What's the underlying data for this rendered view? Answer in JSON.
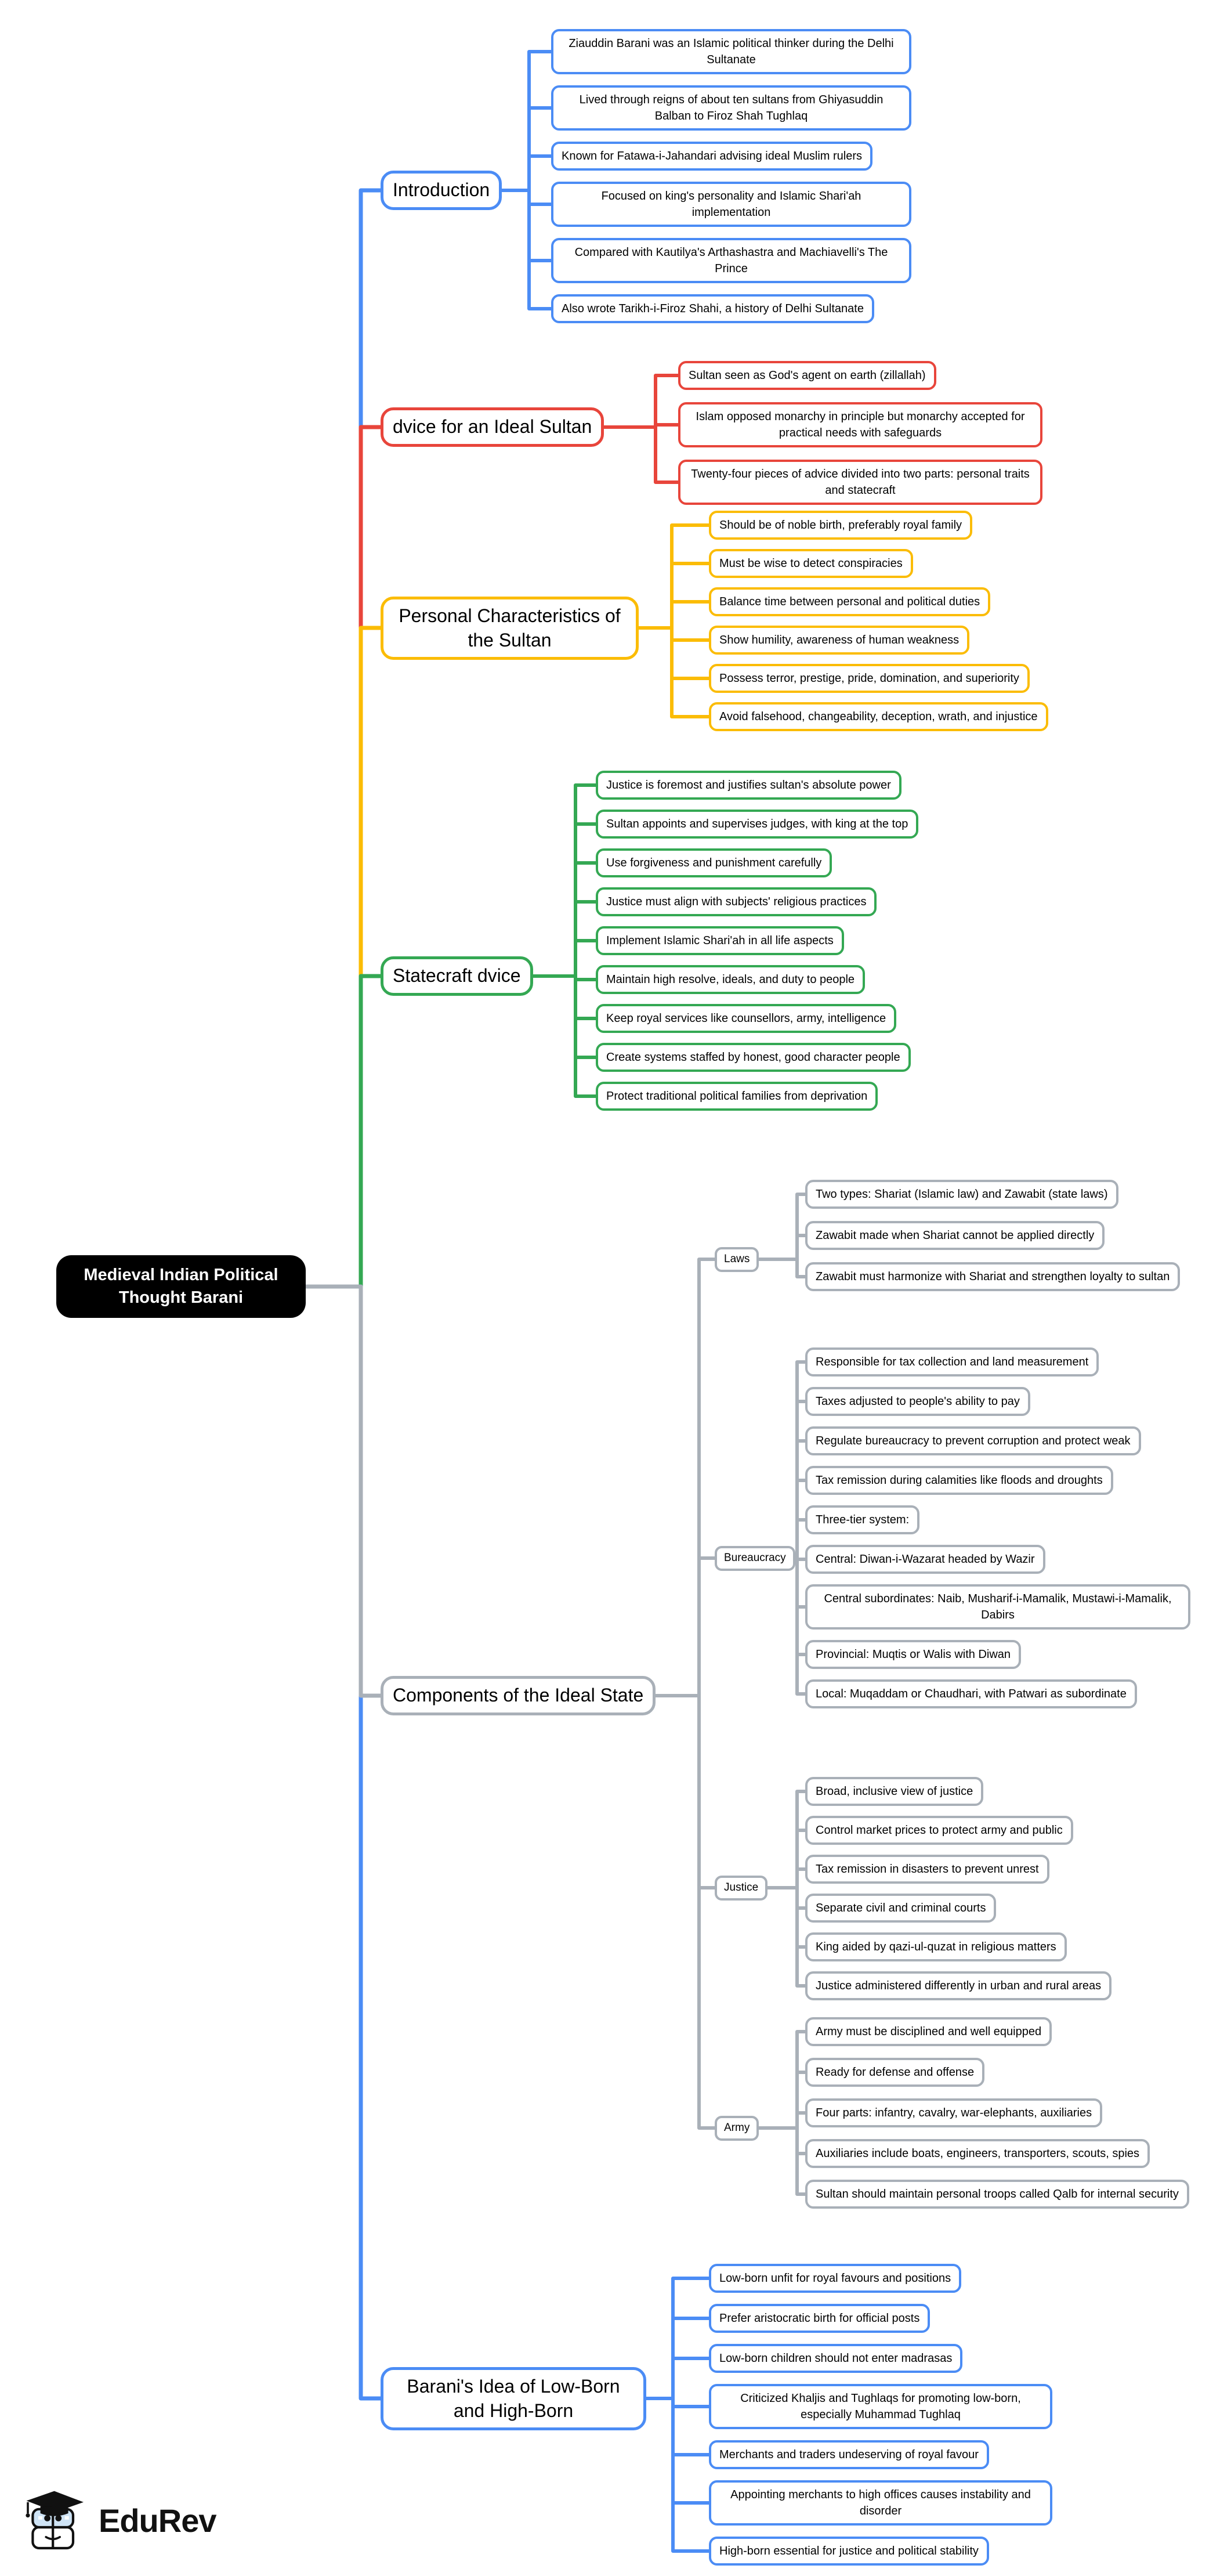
{
  "page": {
    "background": "#ffffff"
  },
  "root": {
    "label": "Medieval Indian Political Thought Barani",
    "bg": "#000000",
    "text_color": "#ffffff"
  },
  "branches": [
    {
      "id": "introduction",
      "label": "Introduction",
      "color": "#4b8cf5",
      "items": [
        "Ziauddin Barani was an Islamic political thinker during the Delhi Sultanate",
        "Lived through reigns of about ten sultans from Ghiyasuddin Balban to Firoz Shah Tughlaq",
        "Known for Fatawa-i-Jahandari advising ideal Muslim rulers",
        "Focused on king's personality and Islamic Shari'ah implementation",
        "Compared with Kautilya's Arthashastra and Machiavelli's The Prince",
        "Also wrote Tarikh-i-Firoz Shahi, a history of Delhi Sultanate"
      ]
    },
    {
      "id": "advice-for-ideal-sultan",
      "label": "dvice for an Ideal Sultan",
      "color": "#e8453b",
      "items": [
        "Sultan seen as God's agent on earth (zillallah)",
        "Islam opposed monarchy in principle but monarchy accepted for practical needs with safeguards",
        "Twenty-four pieces of advice divided into two parts: personal traits and statecraft"
      ]
    },
    {
      "id": "personal-characteristics",
      "label": "Personal Characteristics of the Sultan",
      "color": "#fbbc05",
      "items": [
        "Should be of noble birth, preferably royal family",
        "Must be wise to detect conspiracies",
        "Balance time between personal and political duties",
        "Show humility, awareness of human weakness",
        "Possess terror, prestige, pride, domination, and superiority",
        "Avoid falsehood, changeability, deception, wrath, and injustice"
      ]
    },
    {
      "id": "statecraft-advice",
      "label": "Statecraft dvice",
      "color": "#34a853",
      "items": [
        "Justice is foremost and justifies sultan's absolute power",
        "Sultan appoints and supervises judges, with king at the top",
        "Use forgiveness and punishment carefully",
        "Justice must align with subjects' religious practices",
        "Implement Islamic Shari'ah in all life aspects",
        "Maintain high resolve, ideals, and duty to people",
        "Keep royal services like counsellors, army, intelligence",
        "Create systems staffed by honest, good character people",
        "Protect traditional political families from deprivation"
      ]
    },
    {
      "id": "components-ideal-state",
      "label": "Components of the Ideal State",
      "color": "#a9b0b8",
      "sub_branches": [
        {
          "id": "laws",
          "label": "Laws",
          "items": [
            "Two types: Shariat (Islamic law) and Zawabit (state laws)",
            "Zawabit made when Shariat cannot be applied directly",
            "Zawabit must harmonize with Shariat and strengthen loyalty to sultan"
          ]
        },
        {
          "id": "bureaucracy",
          "label": "Bureaucracy",
          "items": [
            "Responsible for tax collection and land measurement",
            "Taxes adjusted to people's ability to pay",
            "Regulate bureaucracy to prevent corruption and protect weak",
            "Tax remission during calamities like floods and droughts",
            "Three-tier system:",
            "Central: Diwan-i-Wazarat headed by Wazir",
            "Central subordinates: Naib, Musharif-i-Mamalik, Mustawi-i-Mamalik, Dabirs",
            "Provincial: Muqtis or Walis with Diwan",
            "Local: Muqaddam or Chaudhari, with Patwari as subordinate"
          ]
        },
        {
          "id": "justice",
          "label": "Justice",
          "items": [
            "Broad, inclusive view of justice",
            "Control market prices to protect army and public",
            "Tax remission in disasters to prevent unrest",
            "Separate civil and criminal courts",
            "King aided by qazi-ul-quzat in religious matters",
            "Justice administered differently in urban and rural areas"
          ]
        },
        {
          "id": "army",
          "label": "Army",
          "items": [
            "Army must be disciplined and well equipped",
            "Ready for defense and offense",
            "Four parts: infantry, cavalry, war-elephants, auxiliaries",
            "Auxiliaries include boats, engineers, transporters, scouts, spies",
            "Sultan should maintain personal troops called Qalb for internal security"
          ]
        }
      ]
    },
    {
      "id": "low-born-high-born",
      "label": "Barani's Idea of Low-Born and High-Born",
      "color": "#4b8cf5",
      "items": [
        "Low-born unfit for royal favours and positions",
        "Prefer aristocratic birth for official posts",
        "Low-born children should not enter madrasas",
        "Criticized Khaljis and Tughlaqs for promoting low-born, especially Muhammad Tughlaq",
        "Merchants and traders undeserving of royal favour",
        "Appointing merchants to high offices causes instability and disorder",
        "High-born essential for justice and political stability"
      ]
    }
  ],
  "logo": {
    "text": "EduRev"
  }
}
